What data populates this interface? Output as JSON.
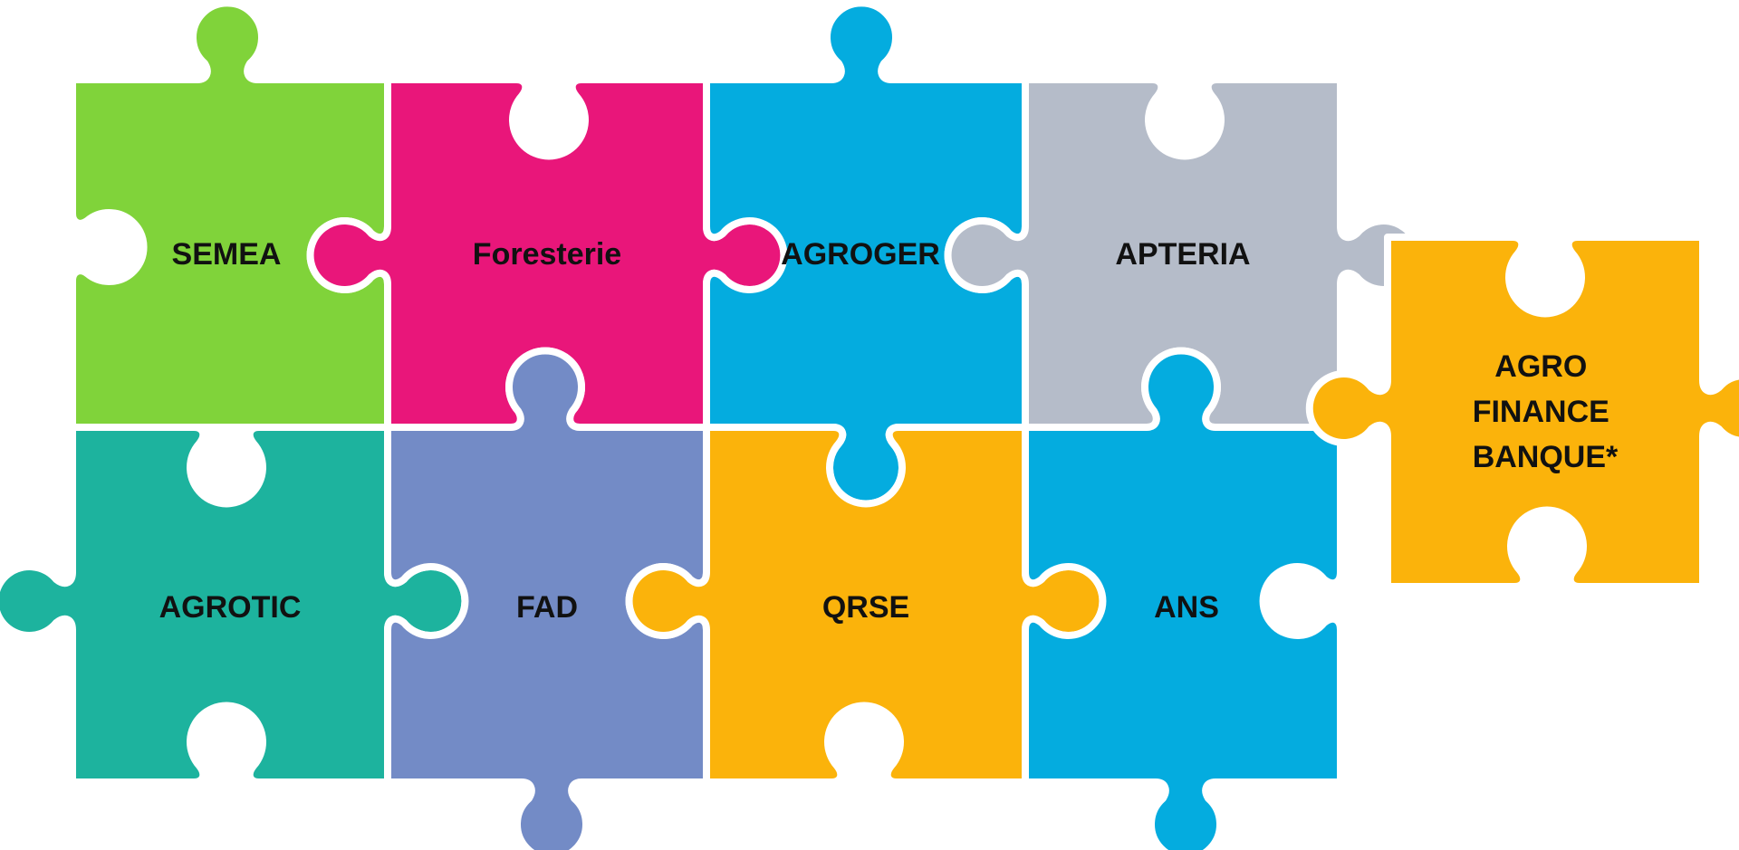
{
  "diagram": {
    "pieces": [
      {
        "id": "semea",
        "label": "SEMEA",
        "color": "#80d33a"
      },
      {
        "id": "foresterie",
        "label": "Foresterie",
        "color": "#e9167a"
      },
      {
        "id": "agroger",
        "label": "AGROGER",
        "color": "#04acdf"
      },
      {
        "id": "apteria",
        "label": "APTERIA",
        "color": "#b5bcc9"
      },
      {
        "id": "agrotic",
        "label": "AGROTIC",
        "color": "#1db39e"
      },
      {
        "id": "fad",
        "label": "FAD",
        "color": "#738bc6"
      },
      {
        "id": "qrse",
        "label": "QRSE",
        "color": "#fbb30b"
      },
      {
        "id": "ans",
        "label": "ANS",
        "color": "#04acdf"
      },
      {
        "id": "agro-finance-banque",
        "label_lines": [
          "AGRO",
          "FINANCE",
          "BANQUE*"
        ],
        "color": "#fbb30b"
      }
    ]
  }
}
